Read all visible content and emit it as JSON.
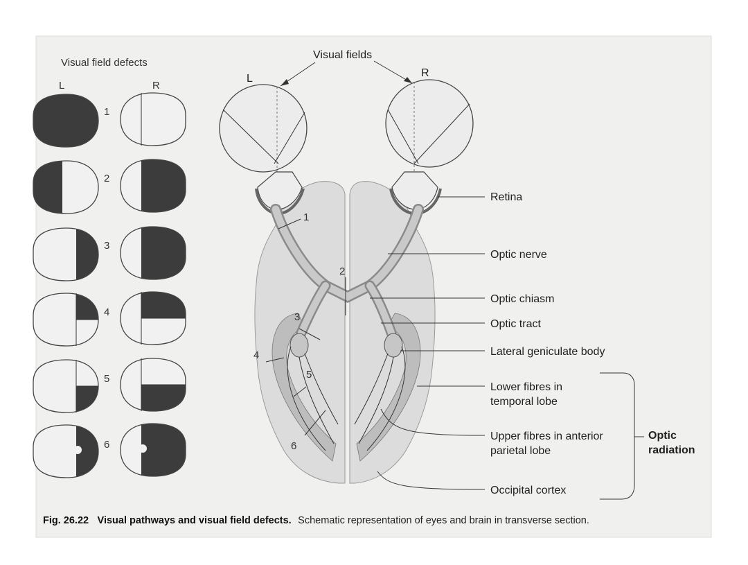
{
  "figure": {
    "defects_heading": "Visual field defects",
    "left_eye_label": "L",
    "right_eye_label": "R",
    "defect_numbers": [
      "1",
      "2",
      "3",
      "4",
      "5",
      "6"
    ],
    "visual_fields_title": "Visual fields",
    "field_left_label": "L",
    "field_right_label": "R",
    "lesion_numbers": [
      "1",
      "2",
      "3",
      "4",
      "5",
      "6"
    ],
    "labels": {
      "retina": "Retina",
      "optic_nerve": "Optic nerve",
      "optic_chiasm": "Optic chiasm",
      "optic_tract": "Optic tract",
      "lateral_geniculate": "Lateral geniculate body",
      "lower_fibres_1": "Lower fibres in",
      "lower_fibres_2": "temporal lobe",
      "upper_fibres_1": "Upper fibres in anterior",
      "upper_fibres_2": "parietal lobe",
      "occipital": "Occipital cortex",
      "optic_radiation_1": "Optic",
      "optic_radiation_2": "radiation"
    },
    "caption": {
      "number": "Fig. 26.22",
      "title": "Visual pathways and visual field defects.",
      "text": "Schematic representation of eyes and brain in transverse section."
    }
  }
}
